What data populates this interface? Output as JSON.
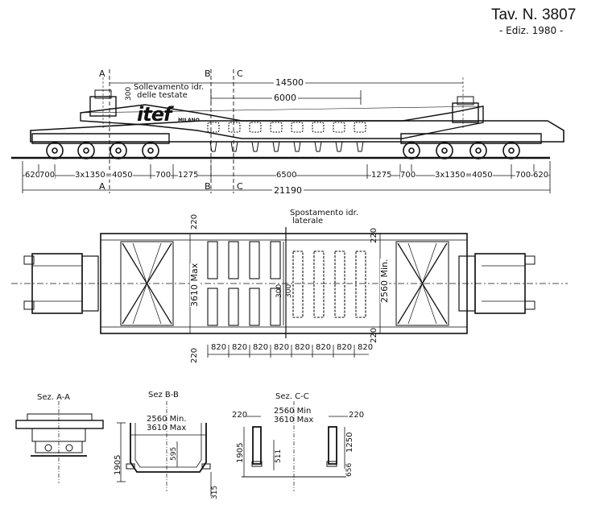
{
  "sheet": {
    "title": "Tav. N. 3807",
    "edition": "- Ediz. 1980 -",
    "brand": "itef",
    "brand_city": "MILANO"
  },
  "elevation": {
    "section_letters": [
      "A",
      "B",
      "C"
    ],
    "lift_note_line1": "Sollevamento idr.",
    "lift_note_line2": "delle testate",
    "lift_value": "300",
    "overall_top": "14500",
    "bed_length": "6000",
    "bottom_dims": [
      "620",
      "700",
      "3x1350=4050",
      "700",
      "1275",
      "6500",
      "1275",
      "700",
      "3x1350=4050",
      "700",
      "620"
    ],
    "overall_length": "21190"
  },
  "plan": {
    "shift_note_line1": "Spostamento idr.",
    "shift_note_line2": "laterale",
    "top_margin": "220",
    "bottom_margin": "220",
    "width_max": "3610 Max",
    "width_min": "2560 Min.",
    "shift_values": [
      "300",
      "300"
    ],
    "right_top": "220",
    "right_bottom": "220",
    "spacing": [
      "820",
      "820",
      "820",
      "820",
      "820",
      "820",
      "820",
      "820"
    ]
  },
  "sections": {
    "aa_title": "Sez. A-A",
    "bb_title": "Sez B-B",
    "cc_title": "Sez. C-C",
    "bb_min": "2560 Min.",
    "bb_max": "3610 Max",
    "bb_height": "1905",
    "bb_inner": "595",
    "bb_bottom": "315",
    "cc_left": "220",
    "cc_right": "220",
    "cc_min": "2560 Min",
    "cc_max": "3610 Max",
    "cc_height": "1905",
    "cc_inner": "511",
    "cc_side": "1250",
    "cc_bottom": "656"
  }
}
